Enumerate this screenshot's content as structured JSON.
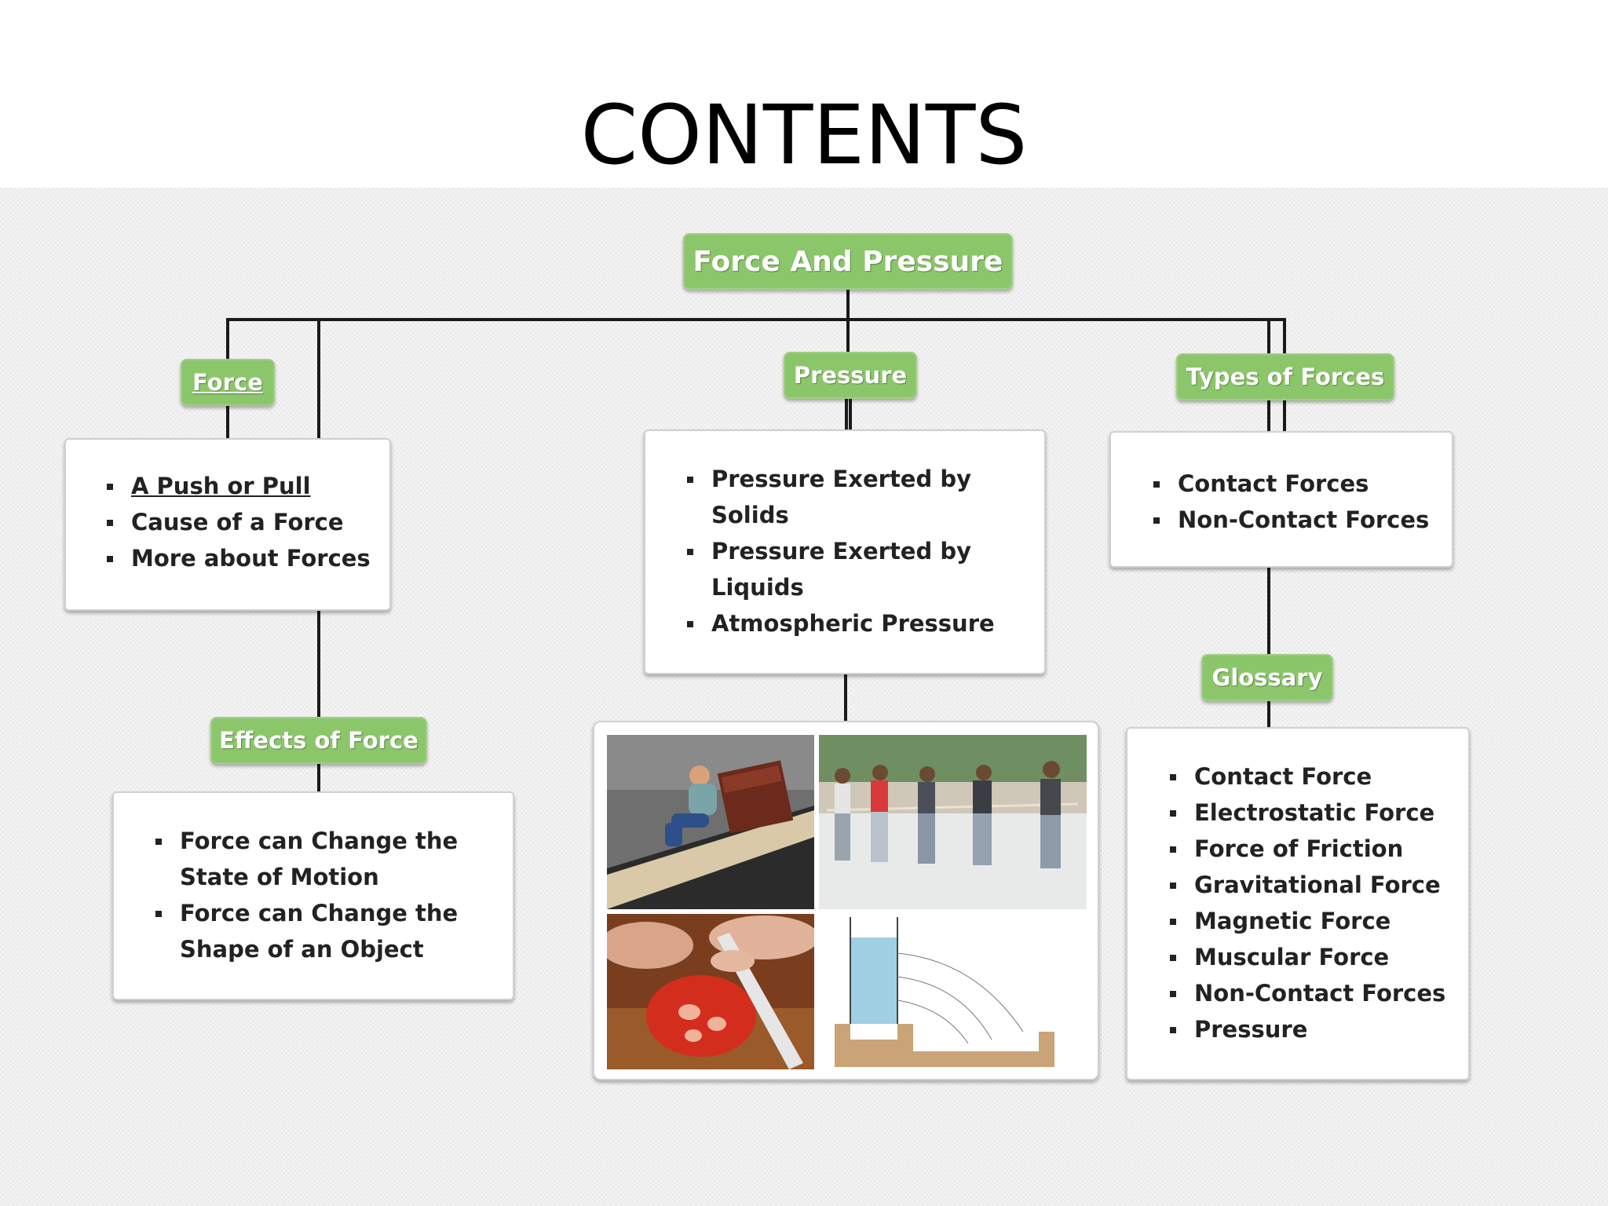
{
  "slide": {
    "title": "CONTENTS"
  },
  "diagram": {
    "root": "Force And Pressure",
    "force": {
      "label": "Force",
      "items": [
        "A Push or Pull",
        "Cause of a Force",
        "More about Forces"
      ]
    },
    "effects": {
      "label": "Effects of Force",
      "items": [
        "Force can Change the State of Motion",
        "Force can Change the Shape of an Object"
      ]
    },
    "pressure": {
      "label": "Pressure",
      "items": [
        "Pressure Exerted by Solids",
        "Pressure Exerted by Liquids",
        "Atmospheric Pressure"
      ]
    },
    "types": {
      "label": "Types of Forces",
      "items": [
        "Contact Forces",
        "Non-Contact Forces"
      ]
    },
    "glossary": {
      "label": "Glossary",
      "items": [
        "Contact Force",
        "Electrostatic Force",
        "Force of Friction",
        "Gravitational Force",
        "Magnetic Force",
        "Muscular Force",
        "Non-Contact Forces",
        "Pressure"
      ]
    }
  },
  "colors": {
    "node_green": "#8cc66b",
    "connector": "#1a1a1a",
    "background": "#ececec"
  }
}
